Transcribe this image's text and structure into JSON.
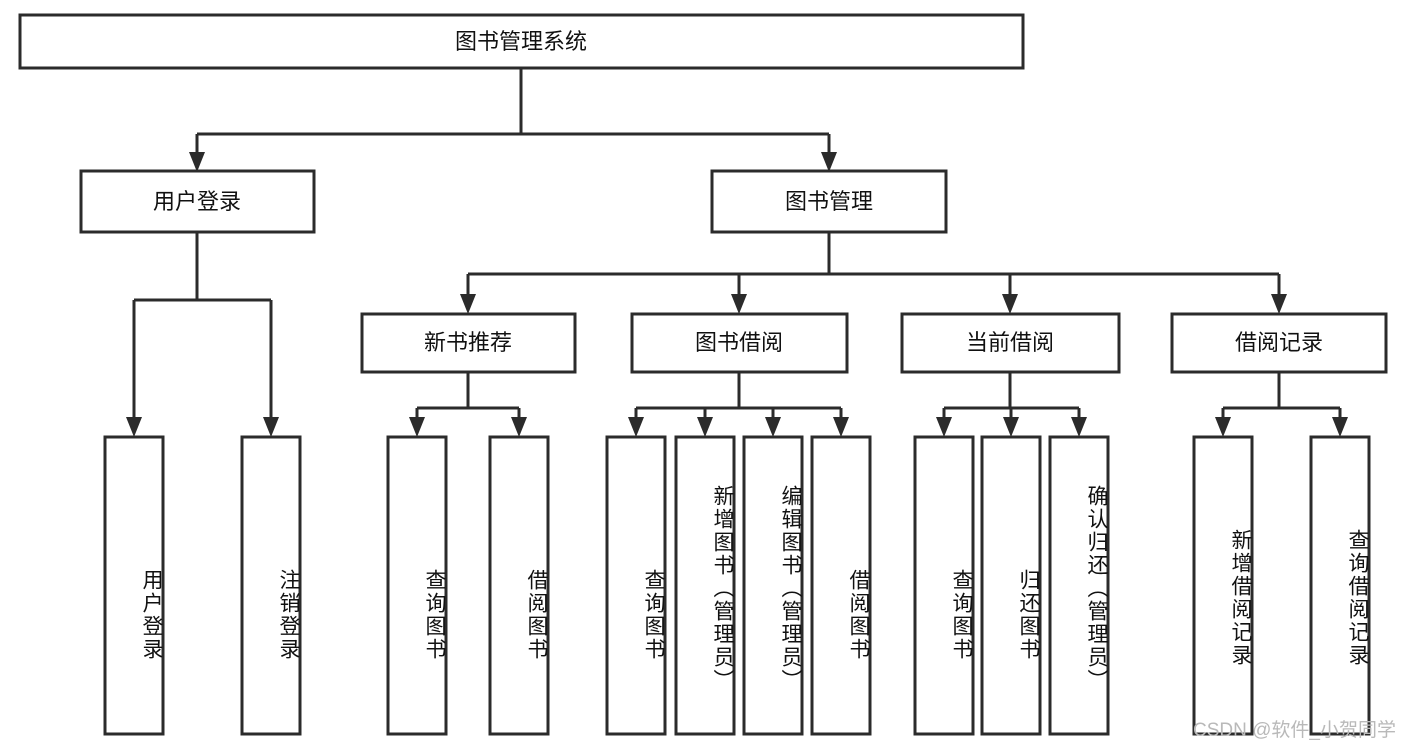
{
  "diagram": {
    "title": "图书管理系统",
    "type": "tree-hierarchy",
    "root": {
      "id": "root",
      "label": "图书管理系统"
    },
    "level2": [
      {
        "id": "user-login",
        "label": "用户登录"
      },
      {
        "id": "book-manage",
        "label": "图书管理"
      }
    ],
    "level3": [
      {
        "id": "new-book-rec",
        "label": "新书推荐",
        "parent": "book-manage"
      },
      {
        "id": "book-borrow",
        "label": "图书借阅",
        "parent": "book-manage"
      },
      {
        "id": "current-borrow",
        "label": "当前借阅",
        "parent": "book-manage"
      },
      {
        "id": "borrow-record",
        "label": "借阅记录",
        "parent": "book-manage"
      }
    ],
    "leaves": [
      {
        "id": "leaf-user-login",
        "label": "用户登录",
        "parent": "user-login"
      },
      {
        "id": "leaf-logout",
        "label": "注销登录",
        "parent": "user-login"
      },
      {
        "id": "leaf-query-book-1",
        "label": "查询图书",
        "parent": "new-book-rec"
      },
      {
        "id": "leaf-borrow-book-1",
        "label": "借阅图书",
        "parent": "new-book-rec"
      },
      {
        "id": "leaf-query-book-2",
        "label": "查询图书",
        "parent": "book-borrow"
      },
      {
        "id": "leaf-add-book",
        "label": "新增图书（管理员）",
        "parent": "book-borrow"
      },
      {
        "id": "leaf-edit-book",
        "label": "编辑图书（管理员）",
        "parent": "book-borrow"
      },
      {
        "id": "leaf-borrow-book-2",
        "label": "借阅图书",
        "parent": "book-borrow"
      },
      {
        "id": "leaf-query-book-3",
        "label": "查询图书",
        "parent": "current-borrow"
      },
      {
        "id": "leaf-return-book",
        "label": "归还图书",
        "parent": "current-borrow"
      },
      {
        "id": "leaf-confirm-return",
        "label": "确认归还（管理员）",
        "parent": "current-borrow"
      },
      {
        "id": "leaf-add-record",
        "label": "新增借阅记录",
        "parent": "borrow-record"
      },
      {
        "id": "leaf-query-record",
        "label": "查询借阅记录",
        "parent": "borrow-record"
      }
    ]
  },
  "watermark": {
    "text": "CSDN @软件_小贺同学"
  },
  "colors": {
    "stroke": "#2b2b2b",
    "fill": "#ffffff",
    "text": "#111111",
    "watermark": "#b9b9b9"
  }
}
